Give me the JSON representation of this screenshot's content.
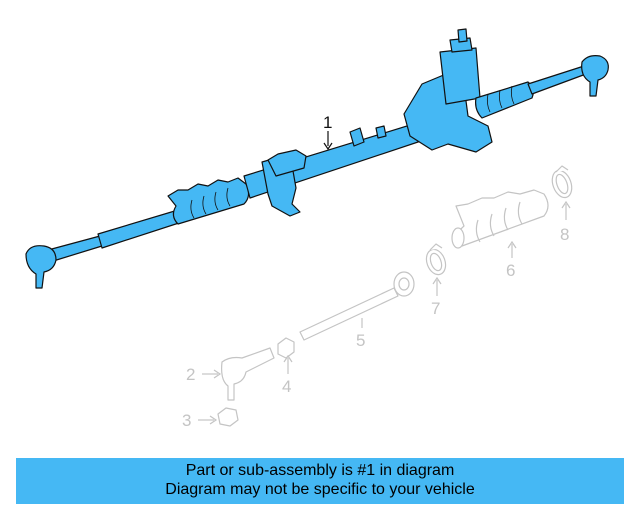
{
  "callouts": {
    "c1": "1",
    "c2": "2",
    "c3": "3",
    "c4": "4",
    "c5": "5",
    "c6": "6",
    "c7": "7",
    "c8": "8"
  },
  "banner": {
    "line1": "Part or sub-assembly is #1 in diagram",
    "line2": "Diagram may not be specific to your vehicle"
  },
  "colors": {
    "highlight": "#45b8f4",
    "outline": "#111111",
    "ghost": "#c4c4c4"
  }
}
